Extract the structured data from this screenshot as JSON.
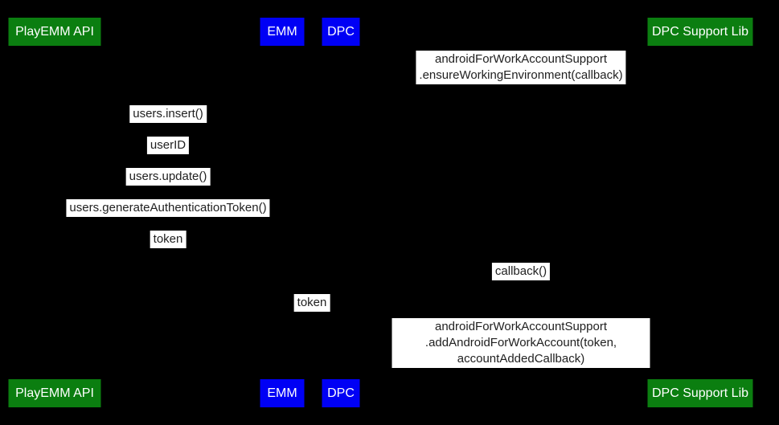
{
  "colors": {
    "background": "#000000",
    "actor_green": "#0b7e10",
    "actor_blue": "#0000f5",
    "actor_text": "#ffffff",
    "message_background": "#ffffff",
    "message_text": "#212121"
  },
  "actors": [
    {
      "label": "PlayEMM API"
    },
    {
      "label": "EMM"
    },
    {
      "label": "DPC"
    },
    {
      "label": "DPC Support Lib"
    }
  ],
  "messages": [
    {
      "text": "androidForWorkAccountSupport\n.ensureWorkingEnvironment(callback)"
    },
    {
      "text": "users.insert()"
    },
    {
      "text": "userID"
    },
    {
      "text": "users.update()"
    },
    {
      "text": "users.generateAuthenticationToken()"
    },
    {
      "text": "token"
    },
    {
      "text": "callback()"
    },
    {
      "text": "token"
    },
    {
      "text": "androidForWorkAccountSupport\n.addAndroidForWorkAccount(token, accountAddedCallback)"
    }
  ]
}
